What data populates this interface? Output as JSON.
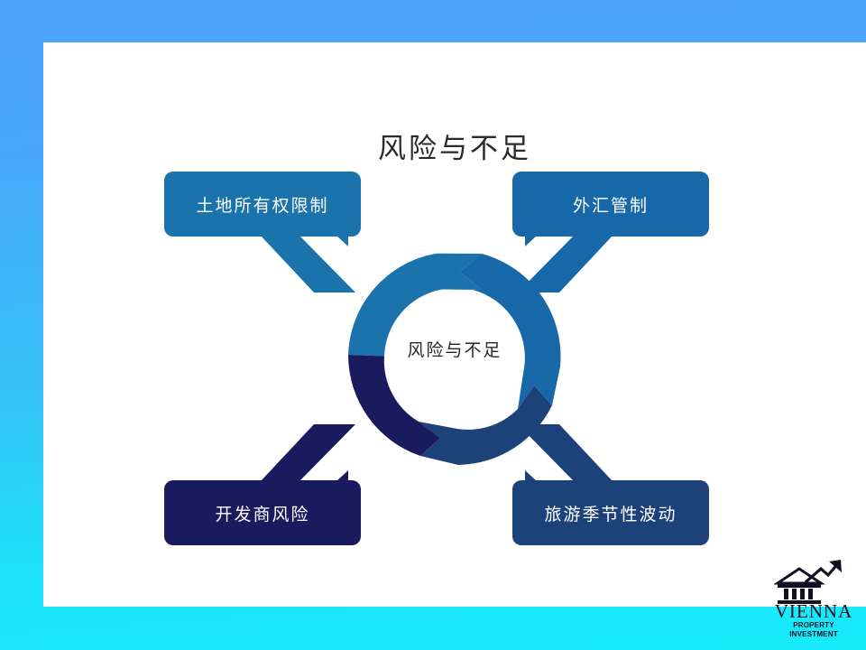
{
  "slide": {
    "title": "风险与不足",
    "background": {
      "gradient_top": "#4ea3fb",
      "gradient_bottom": "#17eaf8"
    },
    "card_background": "#ffffff"
  },
  "diagram": {
    "type": "circular-chevron-cycle",
    "center_label": "风险与不足",
    "segments": [
      {
        "id": "segment-top-left",
        "position": "top-left",
        "color": "#1a73ab",
        "label": "土地所有权限制"
      },
      {
        "id": "segment-top-right",
        "position": "top-right",
        "color": "#1668a8",
        "label": "外汇管制"
      },
      {
        "id": "segment-bottom-right",
        "position": "bottom-right",
        "color": "#1c4279",
        "label": "旅游季节性波动"
      },
      {
        "id": "segment-bottom-left",
        "position": "bottom-left",
        "color": "#1a1a5e",
        "label": "开发商风险"
      }
    ]
  },
  "callouts": {
    "top_left": {
      "label": "土地所有权限制",
      "color": "#1a73ab",
      "text_color": "#ffffff"
    },
    "top_right": {
      "label": "外汇管制",
      "color": "#1668a8",
      "text_color": "#ffffff"
    },
    "bottom_left": {
      "label": "开发商风险",
      "color": "#1a1a5e",
      "text_color": "#ffffff"
    },
    "bottom_right": {
      "label": "旅游季节性波动",
      "color": "#1c4279",
      "text_color": "#ffffff"
    }
  },
  "logo": {
    "name": "VIENNA",
    "tagline": "PROPERTY INVESTMENT",
    "mark": "classical-building-with-growth-arrow"
  }
}
